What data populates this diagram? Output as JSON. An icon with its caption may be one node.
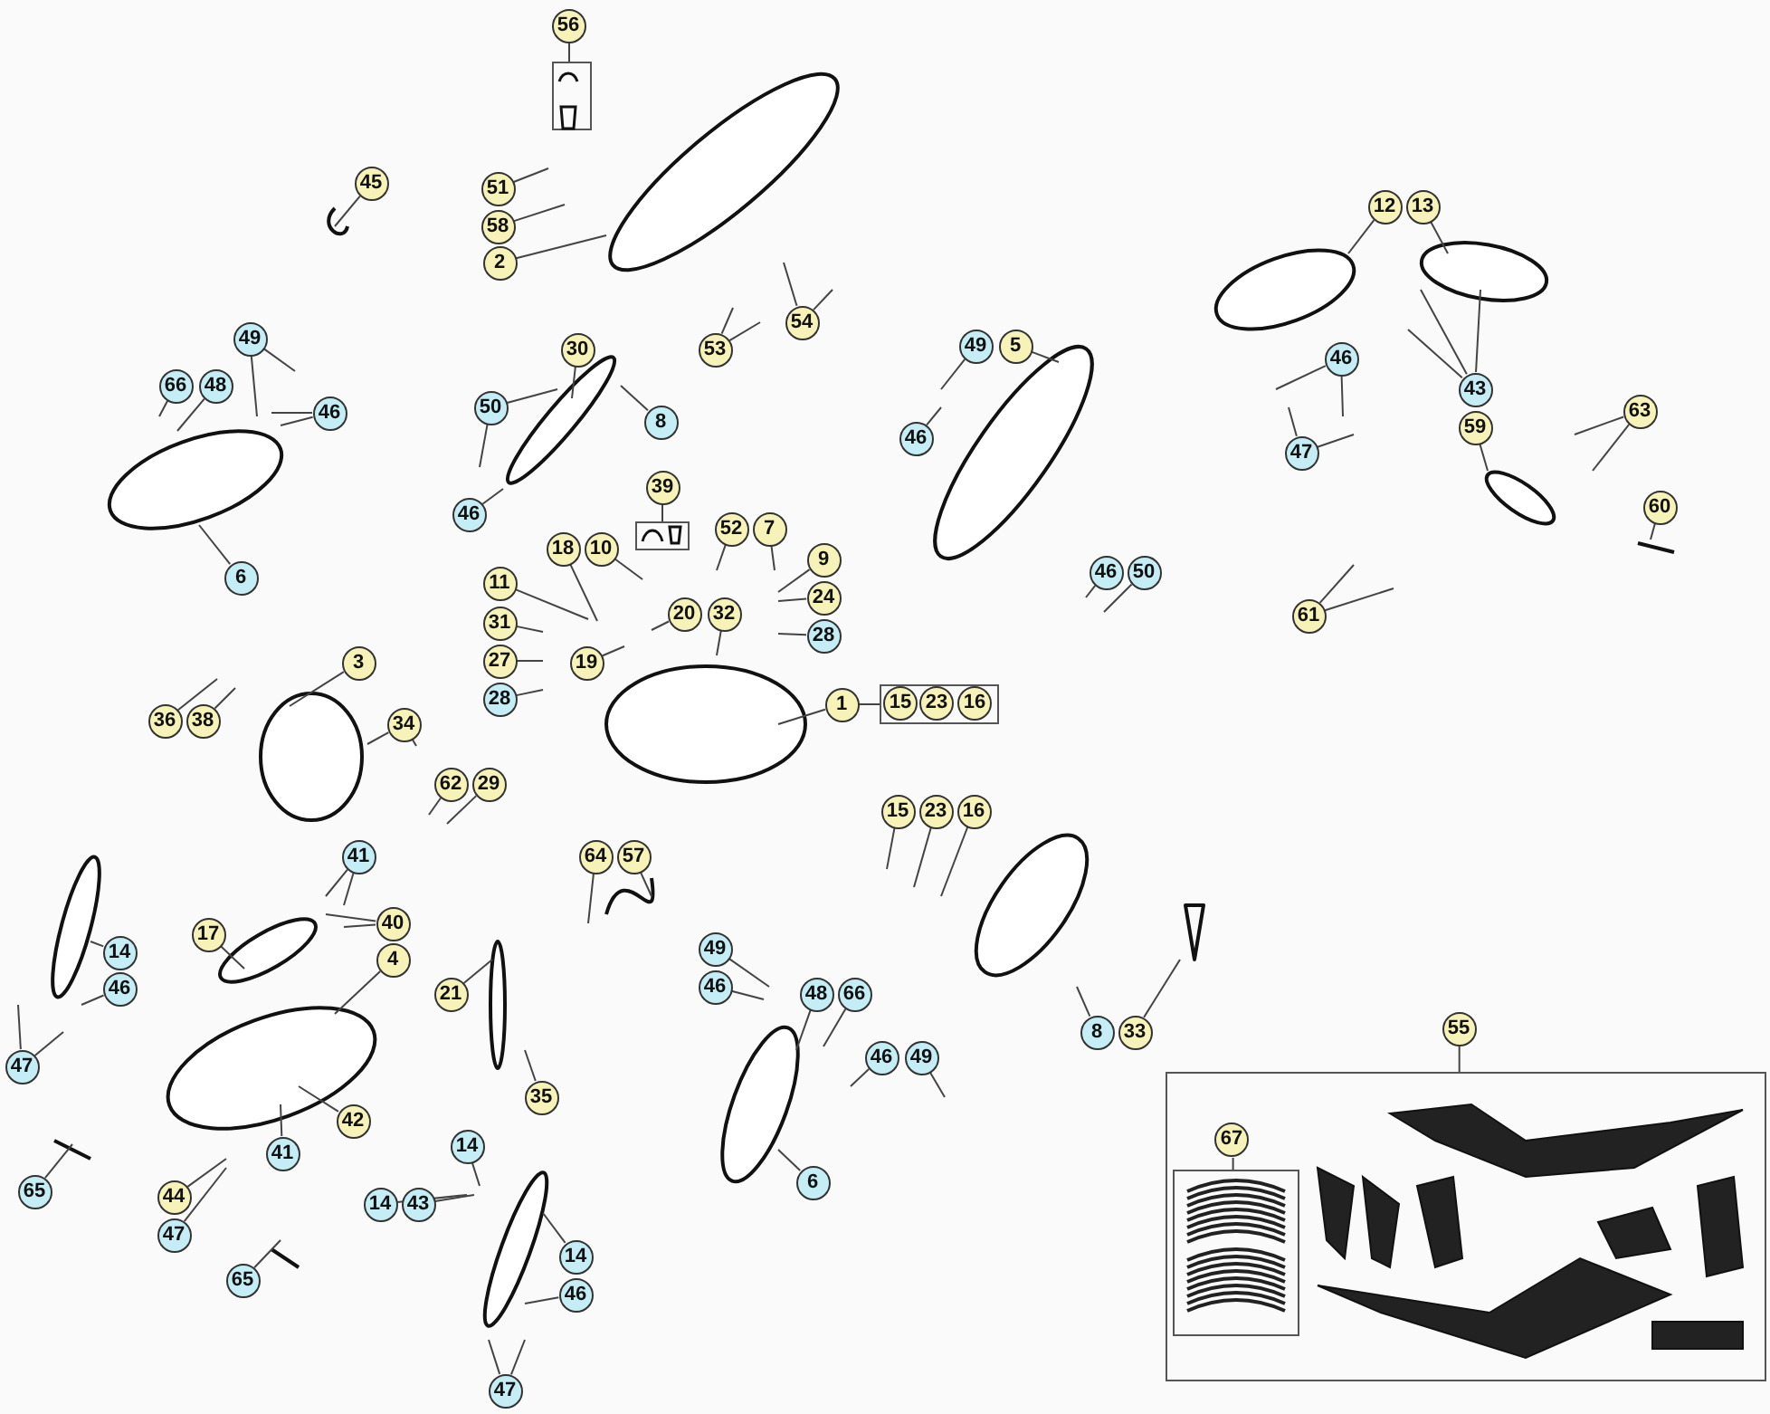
{
  "diagram": {
    "nodes": [
      {
        "text": [
          "56"
        ]
      },
      {
        "text": [],
        "shape": "box"
      },
      {
        "text": [
          "45"
        ]
      },
      {
        "text": [
          "51"
        ]
      },
      {
        "text": [
          "58"
        ]
      },
      {
        "text": [
          "12"
        ]
      },
      {
        "text": [
          "13"
        ]
      },
      {
        "text": [
          "2"
        ]
      },
      {
        "text": [
          "54"
        ]
      },
      {
        "text": [
          "49"
        ]
      },
      {
        "text": [
          "49"
        ]
      },
      {
        "text": [
          "5"
        ]
      },
      {
        "text": [
          "30"
        ]
      },
      {
        "text": [
          "53"
        ]
      },
      {
        "text": [
          "46"
        ]
      },
      {
        "text": [
          "66"
        ]
      },
      {
        "text": [
          "48"
        ]
      },
      {
        "text": [
          "43"
        ]
      },
      {
        "text": [
          "50"
        ]
      },
      {
        "text": [
          "46"
        ]
      },
      {
        "text": [
          "63"
        ]
      },
      {
        "text": [
          "8"
        ]
      },
      {
        "text": [
          "59"
        ]
      },
      {
        "text": [
          "46"
        ]
      },
      {
        "text": [
          "47"
        ]
      },
      {
        "text": [
          "39"
        ]
      },
      {
        "text": [],
        "shape": "box"
      },
      {
        "text": [
          "46"
        ]
      },
      {
        "text": [
          "60"
        ]
      },
      {
        "text": [
          "52"
        ]
      },
      {
        "text": [
          "7"
        ]
      },
      {
        "text": [
          "18"
        ]
      },
      {
        "text": [
          "10"
        ]
      },
      {
        "text": [
          "9"
        ]
      },
      {
        "text": [
          "46"
        ]
      },
      {
        "text": [
          "50"
        ]
      },
      {
        "text": [
          "6"
        ]
      },
      {
        "text": [
          "11"
        ]
      },
      {
        "text": [
          "24"
        ]
      },
      {
        "text": [
          "20"
        ]
      },
      {
        "text": [
          "32"
        ]
      },
      {
        "text": [
          "61"
        ]
      },
      {
        "text": [
          "31"
        ]
      },
      {
        "text": [
          "28"
        ]
      },
      {
        "text": [
          "27"
        ]
      },
      {
        "text": [
          "19"
        ]
      },
      {
        "text": [
          "3"
        ]
      },
      {
        "text": [
          "28"
        ]
      },
      {
        "text": [
          "1"
        ]
      },
      {
        "text": [],
        "shape": "box"
      },
      {
        "text": [
          "15"
        ],
        "in": 49
      },
      {
        "text": [
          "23"
        ],
        "in": 49
      },
      {
        "text": [
          "16"
        ],
        "in": 49
      },
      {
        "text": [
          "36"
        ]
      },
      {
        "text": [
          "38"
        ]
      },
      {
        "text": [
          "34"
        ]
      },
      {
        "text": [
          "62"
        ]
      },
      {
        "text": [
          "29"
        ]
      },
      {
        "text": [
          "15"
        ]
      },
      {
        "text": [
          "23"
        ]
      },
      {
        "text": [
          "16"
        ]
      },
      {
        "text": [
          "41"
        ]
      },
      {
        "text": [
          "64"
        ]
      },
      {
        "text": [
          "57"
        ]
      },
      {
        "text": [
          "40"
        ]
      },
      {
        "text": [
          "17"
        ]
      },
      {
        "text": [
          "14"
        ]
      },
      {
        "text": [
          "49"
        ]
      },
      {
        "text": [
          "4"
        ]
      },
      {
        "text": [
          "46"
        ]
      },
      {
        "text": [
          "46"
        ]
      },
      {
        "text": [
          "21"
        ]
      },
      {
        "text": [
          "48"
        ]
      },
      {
        "text": [
          "66"
        ]
      },
      {
        "text": [
          "55"
        ]
      },
      {
        "text": [
          "8"
        ]
      },
      {
        "text": [
          "33"
        ]
      },
      {
        "text": [
          "46"
        ]
      },
      {
        "text": [
          "49"
        ]
      },
      {
        "text": [
          "47"
        ]
      },
      {
        "text": [],
        "shape": "box"
      },
      {
        "text": [
          "35"
        ]
      },
      {
        "text": [
          "42"
        ]
      },
      {
        "text": [
          "67"
        ],
        "in": 80
      },
      {
        "text": [],
        "shape": "box",
        "in": 80
      },
      {
        "text": [
          "14"
        ]
      },
      {
        "text": [
          "41"
        ]
      },
      {
        "text": [
          "6"
        ]
      },
      {
        "text": [
          "65"
        ]
      },
      {
        "text": [
          "44"
        ]
      },
      {
        "text": [
          "14"
        ]
      },
      {
        "text": [
          "43"
        ]
      },
      {
        "text": [
          "47"
        ]
      },
      {
        "text": [
          "14"
        ]
      },
      {
        "text": [
          "65"
        ]
      },
      {
        "text": [
          "46"
        ]
      },
      {
        "text": [
          "47"
        ]
      }
    ],
    "edges": [
      {
        "from": 0,
        "to": 1,
        "arrow": "none"
      },
      {
        "from": 2,
        "to": null,
        "arrow": "none"
      },
      {
        "from": 3,
        "to": null,
        "arrow": "none"
      },
      {
        "from": 4,
        "to": null,
        "arrow": "none"
      },
      {
        "from": 5,
        "to": null,
        "arrow": "none"
      },
      {
        "from": 6,
        "to": null,
        "arrow": "none"
      },
      {
        "from": 7,
        "to": null,
        "arrow": "none"
      },
      {
        "from": 8,
        "to": null,
        "arrow": "none"
      },
      {
        "from": 8,
        "to": null,
        "arrow": "none"
      },
      {
        "from": 9,
        "to": null,
        "arrow": "none"
      },
      {
        "from": 9,
        "to": null,
        "arrow": "none"
      },
      {
        "from": 10,
        "to": null,
        "arrow": "none"
      },
      {
        "from": 11,
        "to": null,
        "arrow": "none"
      },
      {
        "from": 12,
        "to": null,
        "arrow": "none"
      },
      {
        "from": 13,
        "to": null,
        "arrow": "none"
      },
      {
        "from": 13,
        "to": null,
        "arrow": "none"
      },
      {
        "from": 14,
        "to": null,
        "arrow": "none"
      },
      {
        "from": 14,
        "to": null,
        "arrow": "none"
      },
      {
        "from": 15,
        "to": null,
        "arrow": "none"
      },
      {
        "from": 16,
        "to": null,
        "arrow": "none"
      },
      {
        "from": 17,
        "to": null,
        "arrow": "none"
      },
      {
        "from": 17,
        "to": null,
        "arrow": "none"
      },
      {
        "from": 17,
        "to": null,
        "arrow": "none"
      },
      {
        "from": 18,
        "to": null,
        "arrow": "none"
      },
      {
        "from": 18,
        "to": null,
        "arrow": "none"
      },
      {
        "from": 19,
        "to": null,
        "arrow": "none"
      },
      {
        "from": 19,
        "to": null,
        "arrow": "none"
      },
      {
        "from": 20,
        "to": null,
        "arrow": "none"
      },
      {
        "from": 20,
        "to": null,
        "arrow": "none"
      },
      {
        "from": 21,
        "to": null,
        "arrow": "none"
      },
      {
        "from": 22,
        "to": null,
        "arrow": "none"
      },
      {
        "from": 23,
        "to": null,
        "arrow": "none"
      },
      {
        "from": 24,
        "to": null,
        "arrow": "none"
      },
      {
        "from": 24,
        "to": null,
        "arrow": "none"
      },
      {
        "from": 25,
        "to": 26,
        "arrow": "none"
      },
      {
        "from": 27,
        "to": null,
        "arrow": "none"
      },
      {
        "from": 28,
        "to": null,
        "arrow": "none"
      },
      {
        "from": 29,
        "to": null,
        "arrow": "none"
      },
      {
        "from": 30,
        "to": null,
        "arrow": "none"
      },
      {
        "from": 31,
        "to": null,
        "arrow": "none"
      },
      {
        "from": 32,
        "to": null,
        "arrow": "none"
      },
      {
        "from": 33,
        "to": null,
        "arrow": "none"
      },
      {
        "from": 34,
        "to": null,
        "arrow": "none"
      },
      {
        "from": 35,
        "to": null,
        "arrow": "none"
      },
      {
        "from": 36,
        "to": null,
        "arrow": "none"
      },
      {
        "from": 37,
        "to": null,
        "arrow": "none"
      },
      {
        "from": 38,
        "to": null,
        "arrow": "none"
      },
      {
        "from": 39,
        "to": null,
        "arrow": "none"
      },
      {
        "from": 40,
        "to": null,
        "arrow": "none"
      },
      {
        "from": 41,
        "to": null,
        "arrow": "none"
      },
      {
        "from": 41,
        "to": null,
        "arrow": "none"
      },
      {
        "from": 42,
        "to": null,
        "arrow": "none"
      },
      {
        "from": 43,
        "to": null,
        "arrow": "none"
      },
      {
        "from": 44,
        "to": null,
        "arrow": "none"
      },
      {
        "from": 45,
        "to": null,
        "arrow": "none"
      },
      {
        "from": 46,
        "to": null,
        "arrow": "none"
      },
      {
        "from": 47,
        "to": null,
        "arrow": "none"
      },
      {
        "from": 48,
        "to": 49,
        "arrow": "none"
      },
      {
        "from": 48,
        "to": null,
        "arrow": "none"
      },
      {
        "from": 53,
        "to": null,
        "arrow": "none"
      },
      {
        "from": 54,
        "to": null,
        "arrow": "none"
      },
      {
        "from": 55,
        "to": null,
        "arrow": "none"
      },
      {
        "from": 55,
        "to": null,
        "arrow": "none"
      },
      {
        "from": 56,
        "to": null,
        "arrow": "none"
      },
      {
        "from": 57,
        "to": null,
        "arrow": "none"
      },
      {
        "from": 58,
        "to": null,
        "arrow": "none"
      },
      {
        "from": 59,
        "to": null,
        "arrow": "none"
      },
      {
        "from": 60,
        "to": null,
        "arrow": "none"
      },
      {
        "from": 61,
        "to": null,
        "arrow": "none"
      },
      {
        "from": 61,
        "to": null,
        "arrow": "none"
      },
      {
        "from": 62,
        "to": null,
        "arrow": "none"
      },
      {
        "from": 63,
        "to": null,
        "arrow": "none"
      },
      {
        "from": 64,
        "to": null,
        "arrow": "none"
      },
      {
        "from": 64,
        "to": null,
        "arrow": "none"
      },
      {
        "from": 65,
        "to": null,
        "arrow": "none"
      },
      {
        "from": 66,
        "to": null,
        "arrow": "none"
      },
      {
        "from": 67,
        "to": null,
        "arrow": "none"
      },
      {
        "from": 68,
        "to": null,
        "arrow": "none"
      },
      {
        "from": 69,
        "to": null,
        "arrow": "none"
      },
      {
        "from": 70,
        "to": null,
        "arrow": "none"
      },
      {
        "from": 71,
        "to": null,
        "arrow": "none"
      },
      {
        "from": 72,
        "to": null,
        "arrow": "none"
      },
      {
        "from": 73,
        "to": null,
        "arrow": "none"
      },
      {
        "from": 74,
        "to": 80,
        "arrow": "none"
      },
      {
        "from": 75,
        "to": null,
        "arrow": "none"
      },
      {
        "from": 76,
        "to": null,
        "arrow": "none"
      },
      {
        "from": 77,
        "to": null,
        "arrow": "none"
      },
      {
        "from": 78,
        "to": null,
        "arrow": "none"
      },
      {
        "from": 79,
        "to": null,
        "arrow": "none"
      },
      {
        "from": 79,
        "to": null,
        "arrow": "none"
      },
      {
        "from": 81,
        "to": null,
        "arrow": "none"
      },
      {
        "from": 82,
        "to": null,
        "arrow": "none"
      },
      {
        "from": 83,
        "to": 84,
        "arrow": "none"
      },
      {
        "from": 85,
        "to": null,
        "arrow": "none"
      },
      {
        "from": 86,
        "to": null,
        "arrow": "none"
      },
      {
        "from": 87,
        "to": null,
        "arrow": "none"
      },
      {
        "from": 88,
        "to": null,
        "arrow": "none"
      },
      {
        "from": 89,
        "to": null,
        "arrow": "none"
      },
      {
        "from": 90,
        "to": null,
        "arrow": "none"
      },
      {
        "from": 91,
        "to": null,
        "arrow": "none"
      },
      {
        "from": 92,
        "to": null,
        "arrow": "none"
      },
      {
        "from": 93,
        "to": null,
        "arrow": "none"
      },
      {
        "from": 94,
        "to": null,
        "arrow": "none"
      },
      {
        "from": 95,
        "to": null,
        "arrow": "none"
      },
      {
        "from": 96,
        "to": null,
        "arrow": "none"
      },
      {
        "from": 96,
        "to": null,
        "arrow": "none"
      }
    ]
  }
}
